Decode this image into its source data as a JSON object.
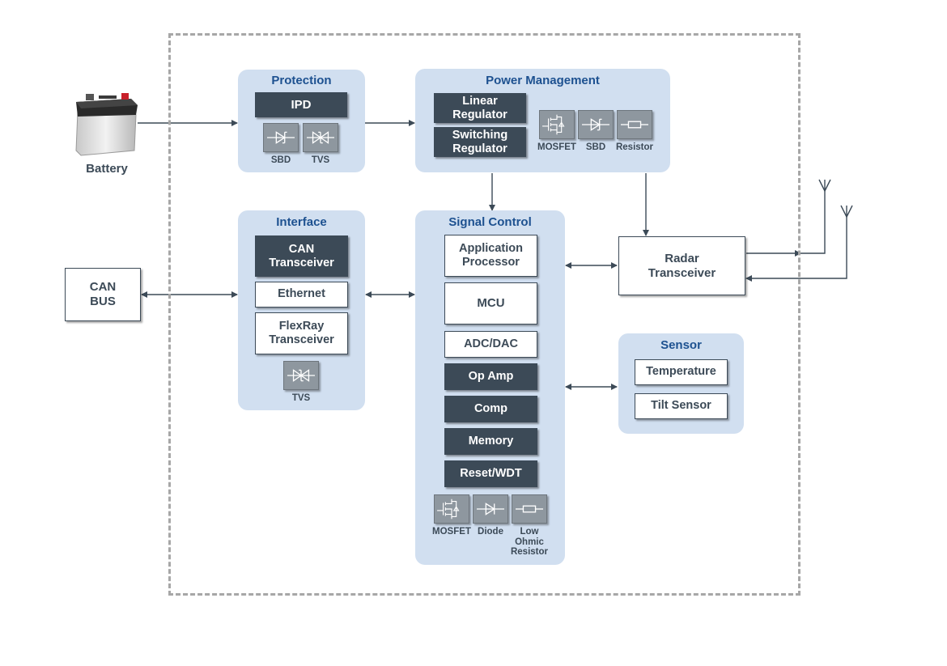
{
  "battery": {
    "label": "Battery"
  },
  "can_bus": {
    "label": "CAN\nBUS"
  },
  "protection": {
    "title": "Protection",
    "ipd": "IPD",
    "sbd_caption": "SBD",
    "tvs_caption": "TVS"
  },
  "power_management": {
    "title": "Power Management",
    "linear": "Linear\nRegulator",
    "switching": "Switching\nRegulator",
    "mosfet_caption": "MOSFET",
    "sbd_caption": "SBD",
    "resistor_caption": "Resistor"
  },
  "interface": {
    "title": "Interface",
    "can": "CAN\nTransceiver",
    "ethernet": "Ethernet",
    "flexray": "FlexRay\nTransceiver",
    "tvs_caption": "TVS"
  },
  "signal_control": {
    "title": "Signal Control",
    "app_proc": "Application\nProcessor",
    "mcu": "MCU",
    "adc_dac": "ADC/DAC",
    "op_amp": "Op Amp",
    "comp": "Comp",
    "memory": "Memory",
    "reset_wdt": "Reset/WDT",
    "mosfet_caption": "MOSFET",
    "diode_caption": "Diode",
    "low_ohmic_caption": "Low\nOhmic\nResistor"
  },
  "radar": {
    "label": "Radar\nTransceiver"
  },
  "sensor": {
    "title": "Sensor",
    "temperature": "Temperature",
    "tilt": "Tilt Sensor"
  },
  "colors": {
    "group_bg": "#d1dff0",
    "dark_block": "#3c4a57",
    "title_blue": "#1d5190",
    "icon_gray": "#8e979f",
    "dash_border": "#a7a7a7"
  }
}
